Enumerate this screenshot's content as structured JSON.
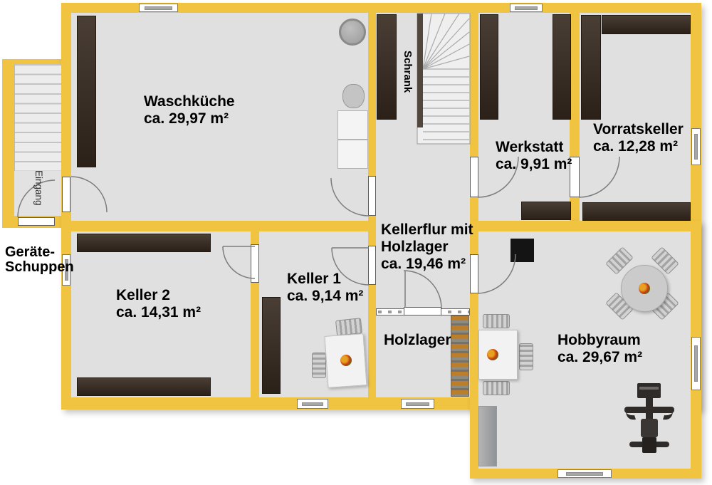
{
  "plan_type": "basement floor plan",
  "colors": {
    "wall": "#F0C441",
    "floor": "#E0E0E0",
    "outside": "#FFFFFF",
    "shelf": "#35281E",
    "door_arc": "#7D7D7D",
    "wood_orange": "#BD7E2B",
    "wood_gray": "#8D8A80",
    "label_text": "#000000"
  },
  "rooms": {
    "waschkueche": {
      "name": "Waschküche",
      "area": "ca. 29,97 m²"
    },
    "keller2": {
      "name": "Keller 2",
      "area": "ca. 14,31 m²"
    },
    "keller1": {
      "name": "Keller 1",
      "area": "ca. 9,14 m²"
    },
    "kellerflur": {
      "line1": "Kellerflur mit",
      "line2": "Holzlager",
      "area": "ca. 19,46 m²"
    },
    "holzlager": {
      "name": "Holzlager"
    },
    "werkstatt": {
      "name": "Werkstatt",
      "area": "ca. 9,91 m²"
    },
    "vorratskeller": {
      "name": "Vorratskeller",
      "area": "ca. 12,28 m²"
    },
    "hobbyraum": {
      "name": "Hobbyraum",
      "area": "ca. 29,67 m²"
    },
    "schrank": {
      "name": "Schrank"
    }
  },
  "annotations": {
    "eingang": "Eingang",
    "geraeteschuppen_line1": "Geräte-",
    "geraeteschuppen_line2": "Schuppen"
  },
  "furniture_icons": [
    "wall-shelf",
    "staircase",
    "exterior-staircase",
    "boiler",
    "sink",
    "washing-machine",
    "dining-table",
    "round-table",
    "chair",
    "fruit-bowl",
    "wood-stack",
    "freezer-box",
    "floor-mat",
    "exercise-machine",
    "door-swing",
    "window"
  ]
}
